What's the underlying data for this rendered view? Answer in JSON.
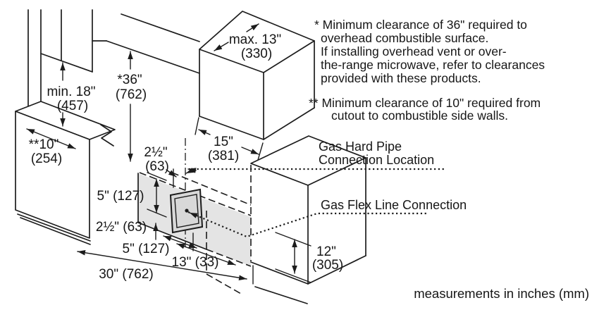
{
  "notes": {
    "note1": [
      "* Minimum clearance of 36\" required to",
      "overhead combustible surface.",
      "If installing overhead vent or over-",
      "the-range microwave, refer to clearances",
      "provided with these products."
    ],
    "note2": [
      "** Minimum clearance of 10\" required from",
      "cutout to combustible side walls."
    ]
  },
  "callouts": {
    "hard_pipe_line1": "Gas Hard Pipe",
    "hard_pipe_line2": "Connection Location",
    "flex_line": "Gas Flex Line Connection"
  },
  "dims": {
    "max13_a": "max. 13\"",
    "max13_b": "(330)",
    "min18_a": "min. 18\"",
    "min18_b": "(457)",
    "v36_a": "*36\"",
    "v36_b": "(762)",
    "side10_a": "**10\"",
    "side10_b": "(254)",
    "top25_a": "2½\"",
    "top25_b": "(63)",
    "w15_a": "15\"",
    "w15_b": "(381)",
    "up5": "5\" (127)",
    "low25": "2½\" (63)",
    "bot5": "5\" (127)",
    "cut13": "13\" (33)",
    "w30": "30\" (762)",
    "r12_a": "12\"",
    "r12_b": "(305)"
  },
  "footer": "measurements in inches (mm)",
  "colors": {
    "line": "#1c1c1c",
    "shade": "#e4e4e4",
    "box_shade": "#d8d8d8",
    "background": "#ffffff"
  }
}
